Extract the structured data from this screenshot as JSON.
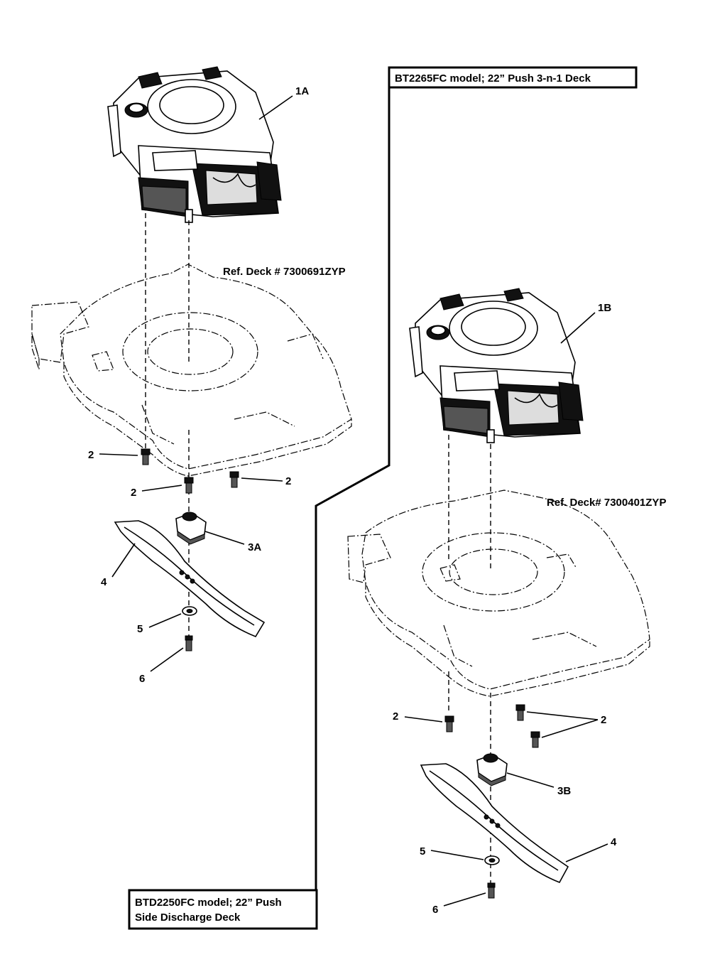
{
  "boxes": {
    "right_model": "BT2265FC model; 22” Push 3-n-1 Deck",
    "left_model_line1": "BTD2250FC model; 22” Push",
    "left_model_line2": "Side Discharge Deck"
  },
  "references": {
    "left_deck": "Ref. Deck # 7300691ZYP",
    "right_deck": "Ref. Deck# 7300401ZYP"
  },
  "callouts": {
    "engine_left": "1A",
    "engine_right": "1B",
    "bolt": "2",
    "adapter_left": "3A",
    "adapter_right": "3B",
    "blade": "4",
    "washer": "5",
    "screw": "6"
  }
}
